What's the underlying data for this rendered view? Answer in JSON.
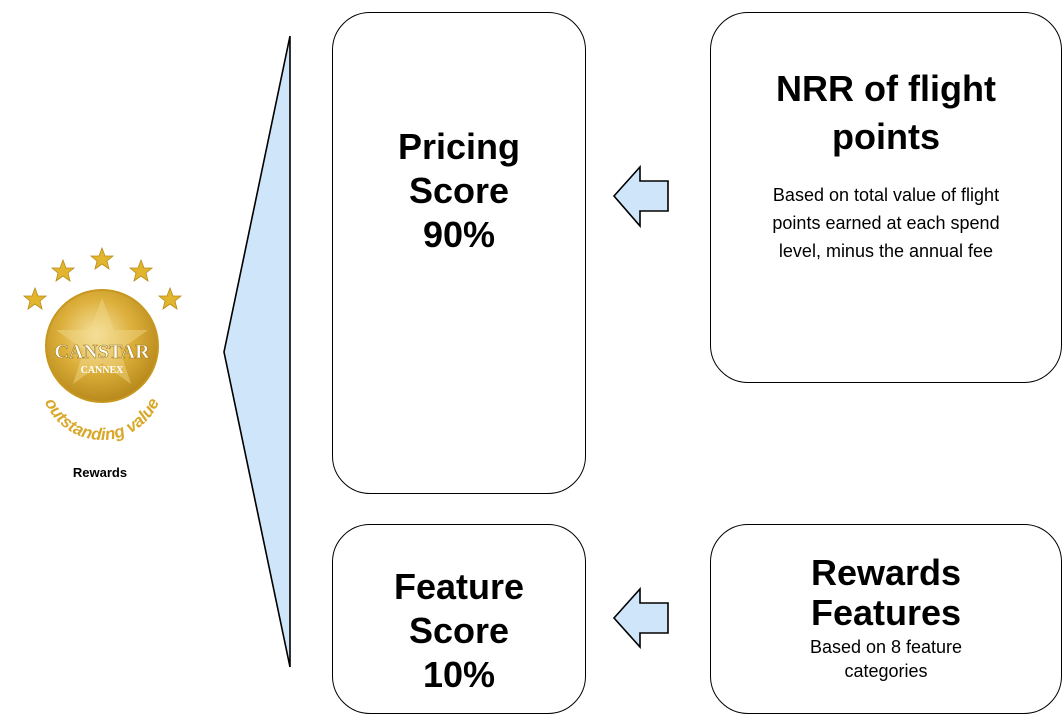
{
  "badge": {
    "brand": "CANSTAR",
    "sub_brand": "CANNEX",
    "slogan": "outstanding value",
    "caption": "Rewards",
    "gold": "#d9a82a"
  },
  "pricing": {
    "line1": "Pricing",
    "line2": "Score",
    "line3": "90%"
  },
  "feature": {
    "line1": "Feature",
    "line2": "Score",
    "line3": "10%"
  },
  "nrr": {
    "title_line1": "NRR of flight",
    "title_line2": "points",
    "description": "Based on total value of flight points earned at each spend level, minus the annual fee"
  },
  "rewards": {
    "title_line1": "Rewards",
    "title_line2": "Features",
    "description": "Based on 8 feature categories"
  },
  "colors": {
    "arrow_fill": "#cfe6fa",
    "wedge_fill": "#cfe6fa",
    "outline": "#000000"
  },
  "icons": {
    "arrow": "left-arrow-icon",
    "wedge": "funnel-wedge-icon",
    "badge": "award-badge-icon"
  }
}
